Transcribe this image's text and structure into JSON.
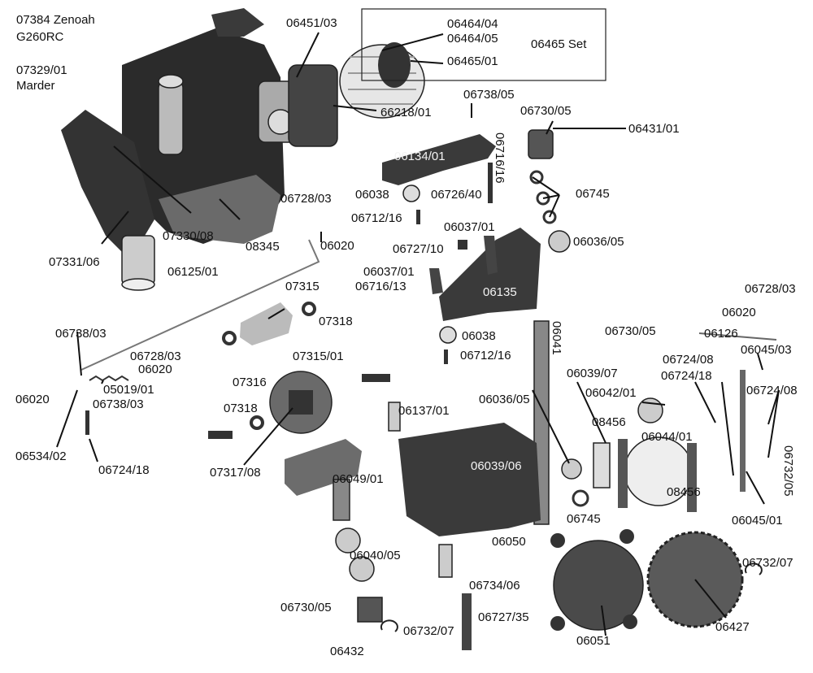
{
  "header": {
    "engine_code_1": "07384 Zenoah",
    "engine_model_1": "G260RC",
    "engine_code_2": "07329/01",
    "engine_model_2": "Marder",
    "set_label": "06465 Set"
  },
  "labels": {
    "p06451_03": "06451/03",
    "p06464_04": "06464/04",
    "p06464_05": "06464/05",
    "p06465_01": "06465/01",
    "p66218_01": "66218/01",
    "p06738_05": "06738/05",
    "p06730_05_top": "06730/05",
    "p06431_01": "06431/01",
    "p06134_01": "06134/01",
    "p06716_16": "06716/16",
    "p06745_top": "06745",
    "p06038_top": "06038",
    "p06726_40": "06726/40",
    "p06728_03_mid": "06728/03",
    "p06712_16_top": "06712/16",
    "p06037_01_top": "06037/01",
    "p06036_05_top": "06036/05",
    "p07330_08": "07330/08",
    "p08345": "08345",
    "p06020_mid": "06020",
    "p06727_10": "06727/10",
    "p07331_06": "07331/06",
    "p06125_01": "06125/01",
    "p06037_01_mid": "06037/01",
    "p06716_13": "06716/13",
    "p06135": "06135",
    "p06728_03_right": "06728/03",
    "p06020_right": "06020",
    "p07315": "07315",
    "p07318_top": "07318",
    "p06738_03_left": "06738/03",
    "p06728_03_left": "06728/03",
    "p06020_left_a": "06020",
    "p05019_01": "05019/01",
    "p06020_left_b": "06020",
    "p06738_03_mid": "06738/03",
    "p07315_01": "07315/01",
    "p07316": "07316",
    "p06038_mid": "06038",
    "p06712_16_mid": "06712/16",
    "p06041": "06041",
    "p06730_05_right": "06730/05",
    "p06126": "06126",
    "p06724_08_a": "06724/08",
    "p06045_03": "06045/03",
    "p06724_18_right": "06724/18",
    "p06724_08_b": "06724/08",
    "p06039_07": "06039/07",
    "p06042_01": "06042/01",
    "p06036_05_mid": "06036/05",
    "p06137_01": "06137/01",
    "p07318_mid": "07318",
    "p07317_08": "07317/08",
    "p06534_02": "06534/02",
    "p06724_18_left": "06724/18",
    "p08456_a": "08456",
    "p06044_01": "06044/01",
    "p06039_06": "06039/06",
    "p06049_01": "06049/01",
    "p08456_b": "08456",
    "p06732_05": "06732/05",
    "p06745_bottom": "06745",
    "p06045_01": "06045/01",
    "p06050": "06050",
    "p06040_05": "06040/05",
    "p06732_07_right": "06732/07",
    "p06734_06": "06734/06",
    "p06730_05_bottom": "06730/05",
    "p06727_35": "06727/35",
    "p06732_07_bottom": "06732/07",
    "p06432": "06432",
    "p06051": "06051",
    "p06427": "06427"
  }
}
